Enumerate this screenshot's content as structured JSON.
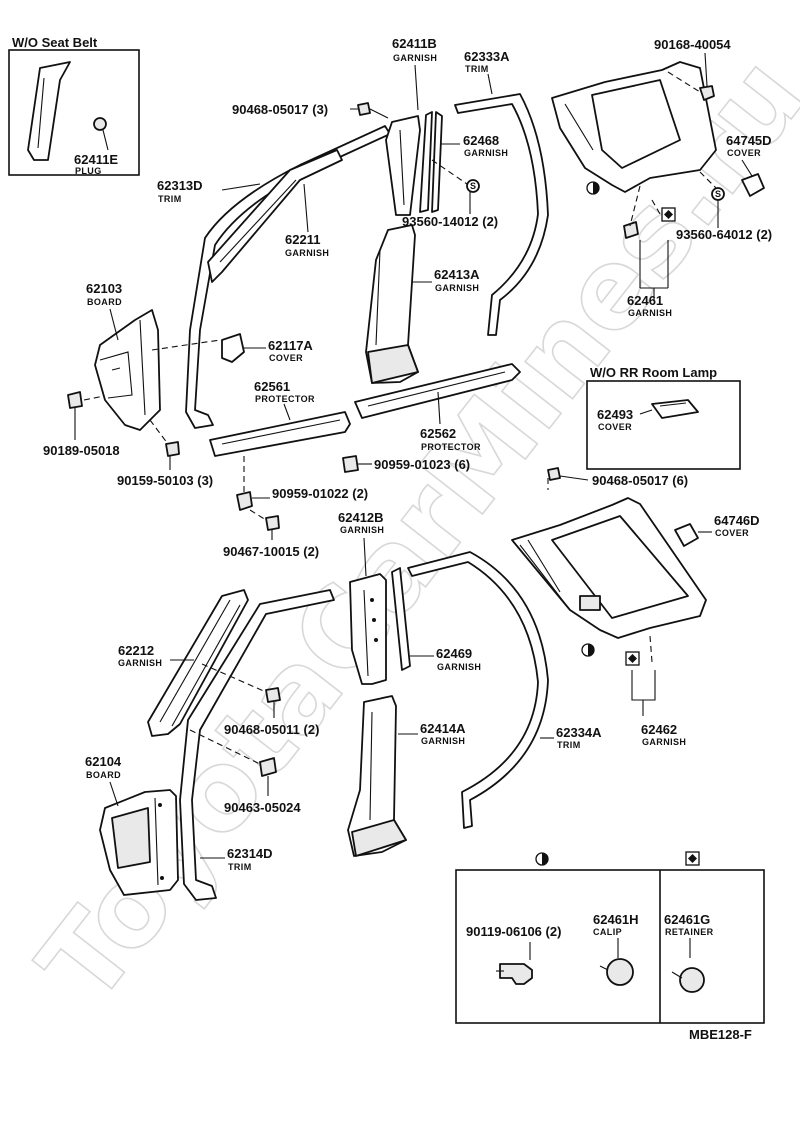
{
  "colors": {
    "ink": "#111111",
    "watermark": "#d8d8d8",
    "background": "#ffffff"
  },
  "watermark": "ToyotaCarMines.ru",
  "diagram_code": "MBE128-F",
  "boxes": {
    "wo_seat_belt": "W/O Seat Belt",
    "wo_rr_room_lamp": "W/O RR Room Lamp"
  },
  "symbols": {
    "half_circle": "half-circle-icon",
    "diamond": "diamond-square-icon",
    "s_clip": "s-circle-icon"
  },
  "parts": {
    "p62411B": {
      "num": "62411B",
      "name": "GARNISH"
    },
    "p62333A": {
      "num": "62333A",
      "name": "TRIM"
    },
    "p90168_40054": {
      "num": "90168-40054"
    },
    "p90468_05017_3": {
      "num": "90468-05017 (3)"
    },
    "p62468": {
      "num": "62468",
      "name": "GARNISH"
    },
    "p64745D": {
      "num": "64745D",
      "name": "COVER"
    },
    "p62411E": {
      "num": "62411E",
      "name": "PLUG"
    },
    "p62313D": {
      "num": "62313D",
      "name": "TRIM"
    },
    "p93560_14012": {
      "num": "93560-14012 (2)"
    },
    "p93560_64012": {
      "num": "93560-64012 (2)"
    },
    "p62211": {
      "num": "62211",
      "name": "GARNISH"
    },
    "p62413A": {
      "num": "62413A",
      "name": "GARNISH"
    },
    "p62103": {
      "num": "62103",
      "name": "BOARD"
    },
    "p62461": {
      "num": "62461",
      "name": "GARNISH"
    },
    "p62117A": {
      "num": "62117A",
      "name": "COVER"
    },
    "p62561": {
      "num": "62561",
      "name": "PROTECTOR"
    },
    "p62493": {
      "num": "62493",
      "name": "COVER"
    },
    "p90189_05018": {
      "num": "90189-05018"
    },
    "p62562": {
      "num": "62562",
      "name": "PROTECTOR"
    },
    "p90159_50103": {
      "num": "90159-50103 (3)"
    },
    "p90959_01023": {
      "num": "90959-01023 (6)"
    },
    "p90468_05017_6": {
      "num": "90468-05017 (6)"
    },
    "p90959_01022": {
      "num": "90959-01022 (2)"
    },
    "p62412B": {
      "num": "62412B",
      "name": "GARNISH"
    },
    "p64746D": {
      "num": "64746D",
      "name": "COVER"
    },
    "p90467_10015": {
      "num": "90467-10015 (2)"
    },
    "p62212": {
      "num": "62212",
      "name": "GARNISH"
    },
    "p62469": {
      "num": "62469",
      "name": "GARNISH"
    },
    "p90468_05011": {
      "num": "90468-05011 (2)"
    },
    "p62414A": {
      "num": "62414A",
      "name": "GARNISH"
    },
    "p62334A": {
      "num": "62334A",
      "name": "TRIM"
    },
    "p62462": {
      "num": "62462",
      "name": "GARNISH"
    },
    "p62104": {
      "num": "62104",
      "name": "BOARD"
    },
    "p90463_05024": {
      "num": "90463-05024"
    },
    "p62314D": {
      "num": "62314D",
      "name": "TRIM"
    },
    "p90119_06106": {
      "num": "90119-06106 (2)"
    },
    "p62461H": {
      "num": "62461H",
      "name": "CALIP"
    },
    "p62461G": {
      "num": "62461G",
      "name": "RETAINER"
    }
  }
}
